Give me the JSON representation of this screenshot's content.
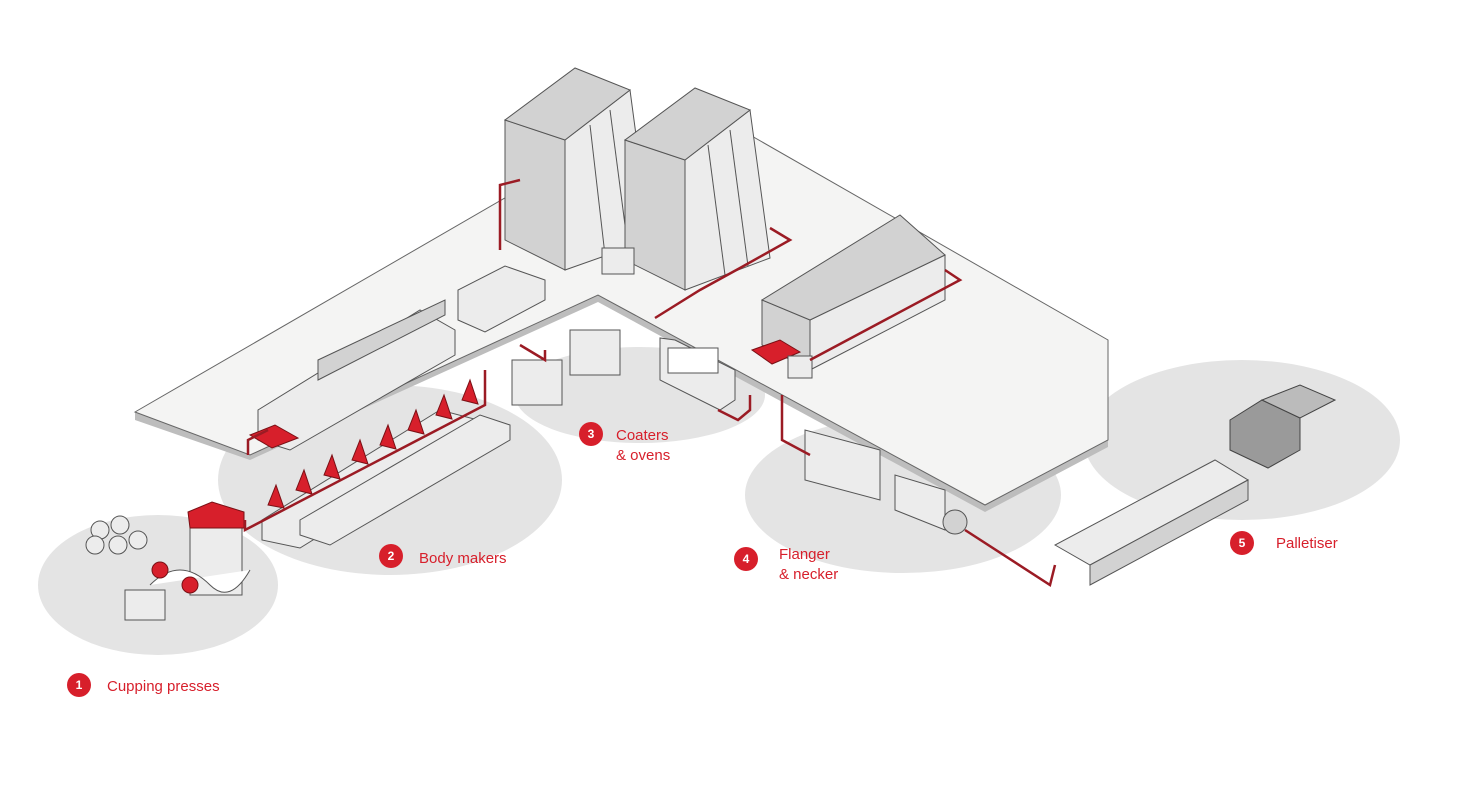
{
  "title": "Can manufacturing line",
  "accent_color": "#d71f2b",
  "stations": [
    {
      "number": "1",
      "label_lines": [
        "Cupping presses"
      ]
    },
    {
      "number": "2",
      "label_lines": [
        "Body makers"
      ]
    },
    {
      "number": "3",
      "label_lines": [
        "Coaters",
        "& ovens"
      ]
    },
    {
      "number": "4",
      "label_lines": [
        "Flanger",
        "& necker"
      ]
    },
    {
      "number": "5",
      "label_lines": [
        "Palletiser"
      ]
    }
  ]
}
